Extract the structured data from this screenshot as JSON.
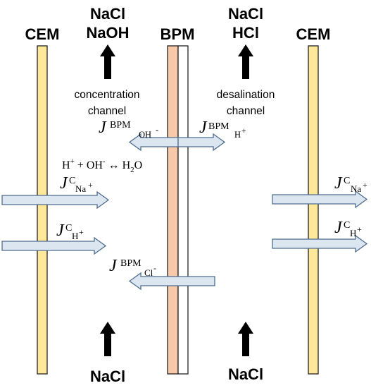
{
  "membranes": {
    "left": "CEM",
    "middle": "BPM",
    "right": "CEM"
  },
  "outlets": {
    "concentration": {
      "line1": "NaCl",
      "line2": "NaOH"
    },
    "desalination": {
      "line1": "NaCl",
      "line2": "HCl"
    }
  },
  "inlets": {
    "concentration": "NaCl",
    "desalination": "NaCl"
  },
  "channels": {
    "concentration": {
      "line1": "concentration",
      "line2": "channel"
    },
    "desalination": {
      "line1": "desalination",
      "line2": "channel"
    }
  },
  "fluxes": {
    "j_symbol": "J",
    "bpm_oh": {
      "sup": "BPM",
      "sub": "OH",
      "charge": "-"
    },
    "bpm_h": {
      "sup": "BPM",
      "sub": "H",
      "charge": "+"
    },
    "c_na_left": {
      "sup": "C",
      "sub": "Na",
      "charge": "+"
    },
    "c_h_left": {
      "sup": "C",
      "sub": "H",
      "charge": "+"
    },
    "c_na_right": {
      "sup": "C",
      "sub": "Na",
      "charge": "+"
    },
    "c_h_right": {
      "sup": "C",
      "sub": "H",
      "charge": "+"
    },
    "bpm_cl": {
      "sup": "BPM",
      "sub": "Cl",
      "charge": "-"
    }
  },
  "reaction": {
    "h": "H",
    "h_charge": "+",
    "plus": "+",
    "oh": "OH",
    "oh_charge": "-",
    "arrow": "↔",
    "h2o_h": "H",
    "h2o_2": "2",
    "h2o_o": "O"
  },
  "colors": {
    "cem_fill": "#FFE89A",
    "cem_stroke": "#222222",
    "bpm_left_fill": "#F8C9A8",
    "bpm_right_fill": "#FFFFFF",
    "arrow_fill": "#DCE6F0",
    "arrow_stroke": "#4F6D8F",
    "flow_arrow": "#000000",
    "text": "#000000"
  }
}
